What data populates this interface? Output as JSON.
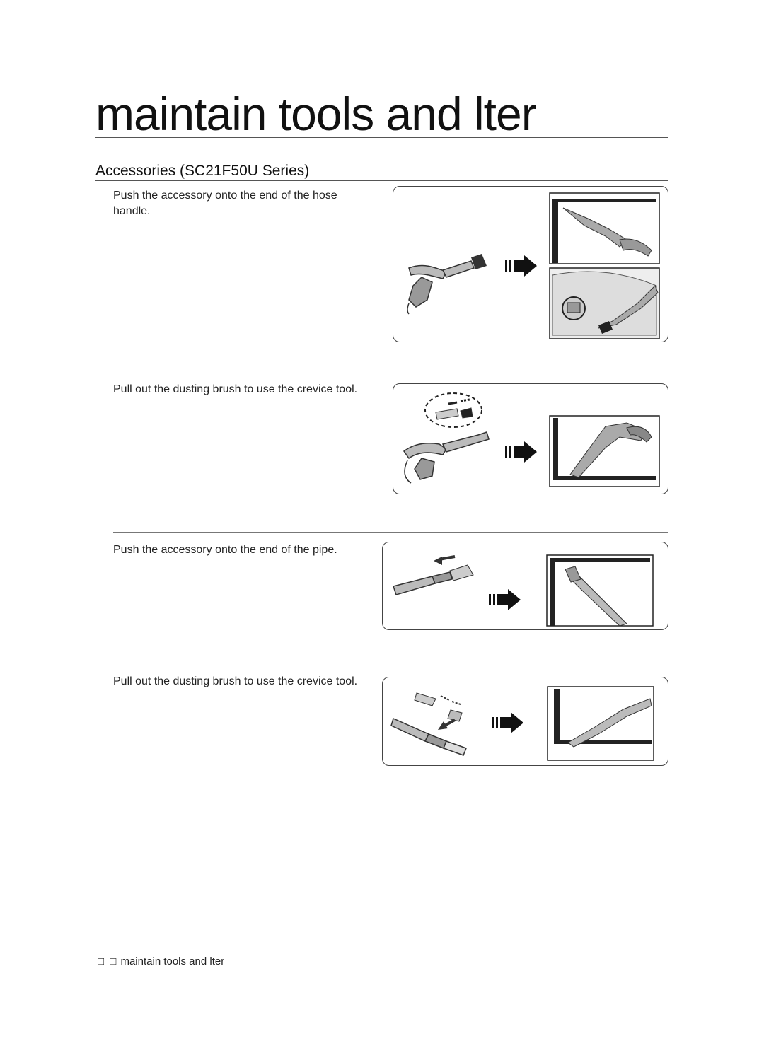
{
  "header": {
    "title": "maintain tools and  lter",
    "subtitle": "Accessories (SC21F50U Series)"
  },
  "steps": [
    {
      "text": "Push the accessory onto the end of the hose handle."
    },
    {
      "text": "Pull out the dusting brush to use the crevice tool."
    },
    {
      "text": "Push the accessory onto the end of the pipe."
    },
    {
      "text": "Pull out the dusting brush to use the crevice tool."
    }
  ],
  "footer": {
    "page_marker": "□ □",
    "label": "maintain tools and  lter"
  },
  "icons": [
    "arrow-right-icon",
    "hose-handle-icon",
    "pipe-icon",
    "dusting-brush-icon",
    "crevice-tool-icon"
  ]
}
